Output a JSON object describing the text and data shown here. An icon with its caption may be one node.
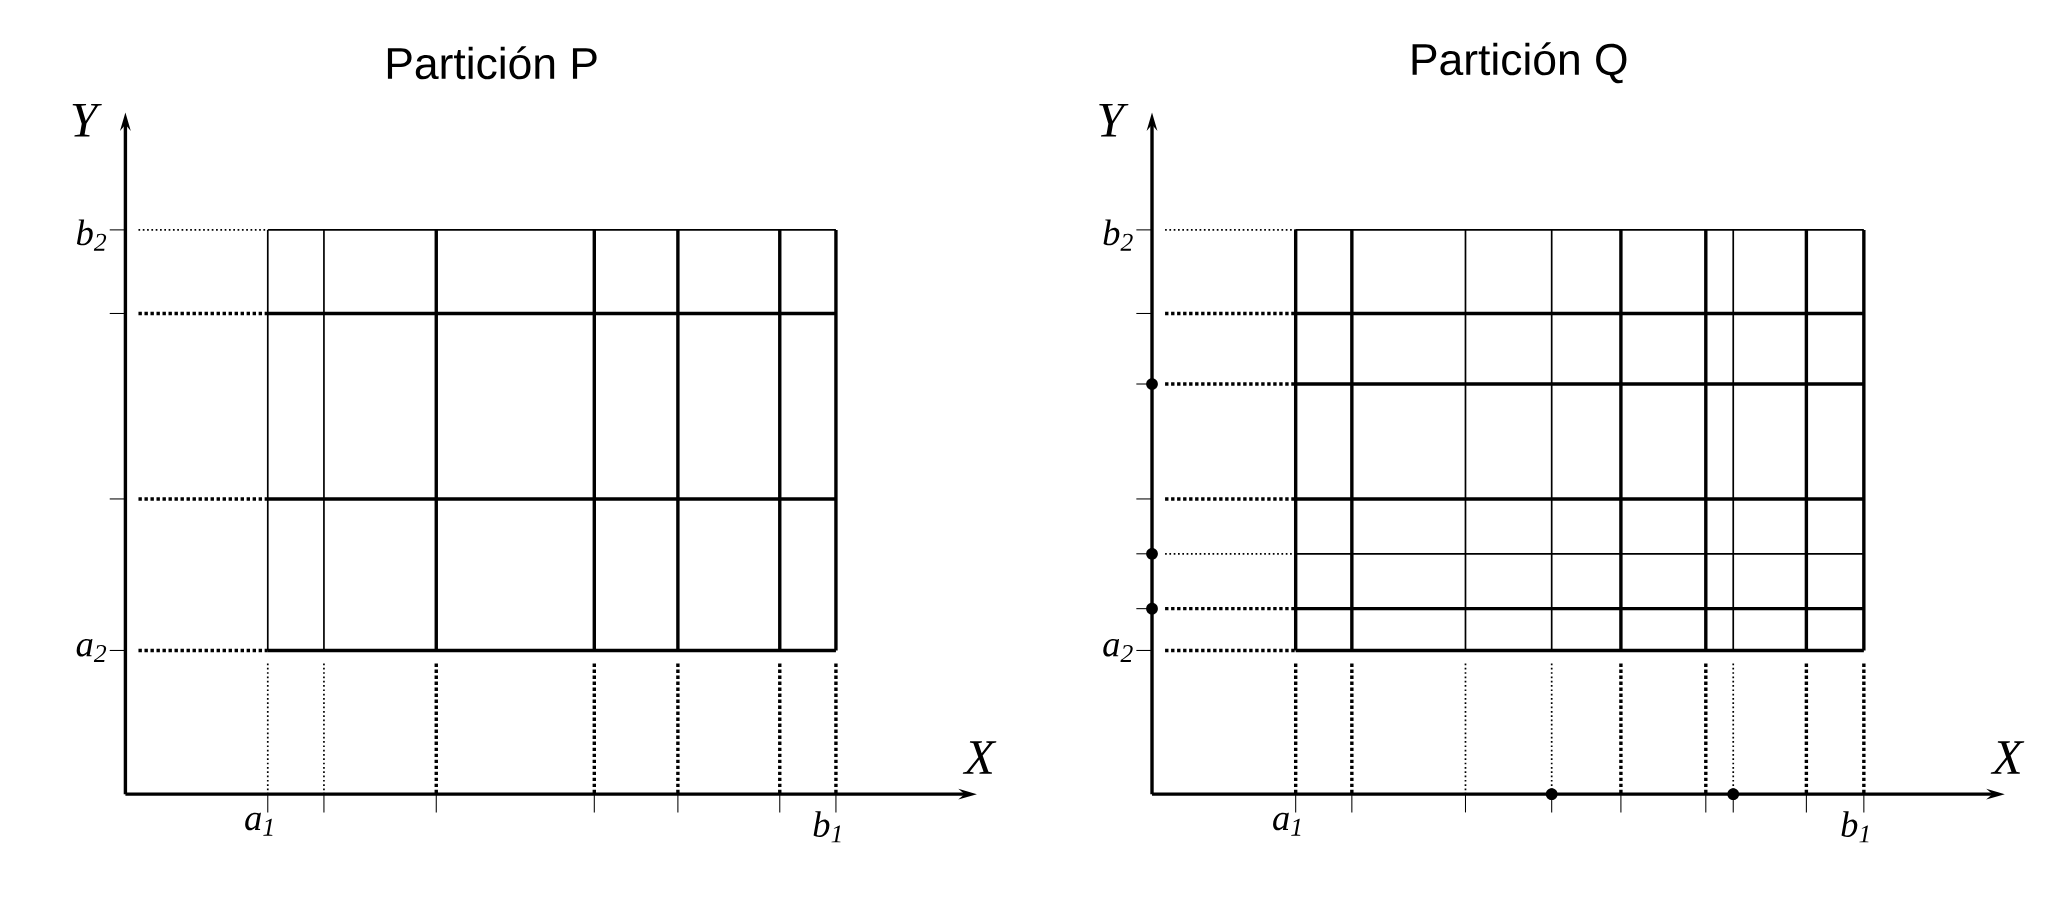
{
  "diagram": {
    "labels": [
      "Partición P",
      "Y",
      "b$_{2}$",
      "a$_{2}$",
      "X",
      "a$_{1}$",
      "b$_{1}$",
      "Partición Q",
      "Y",
      "b$_{2}$",
      "a$_{2}$",
      "X",
      "a$_{1}$",
      "b$_{1}$"
    ]
  }
}
